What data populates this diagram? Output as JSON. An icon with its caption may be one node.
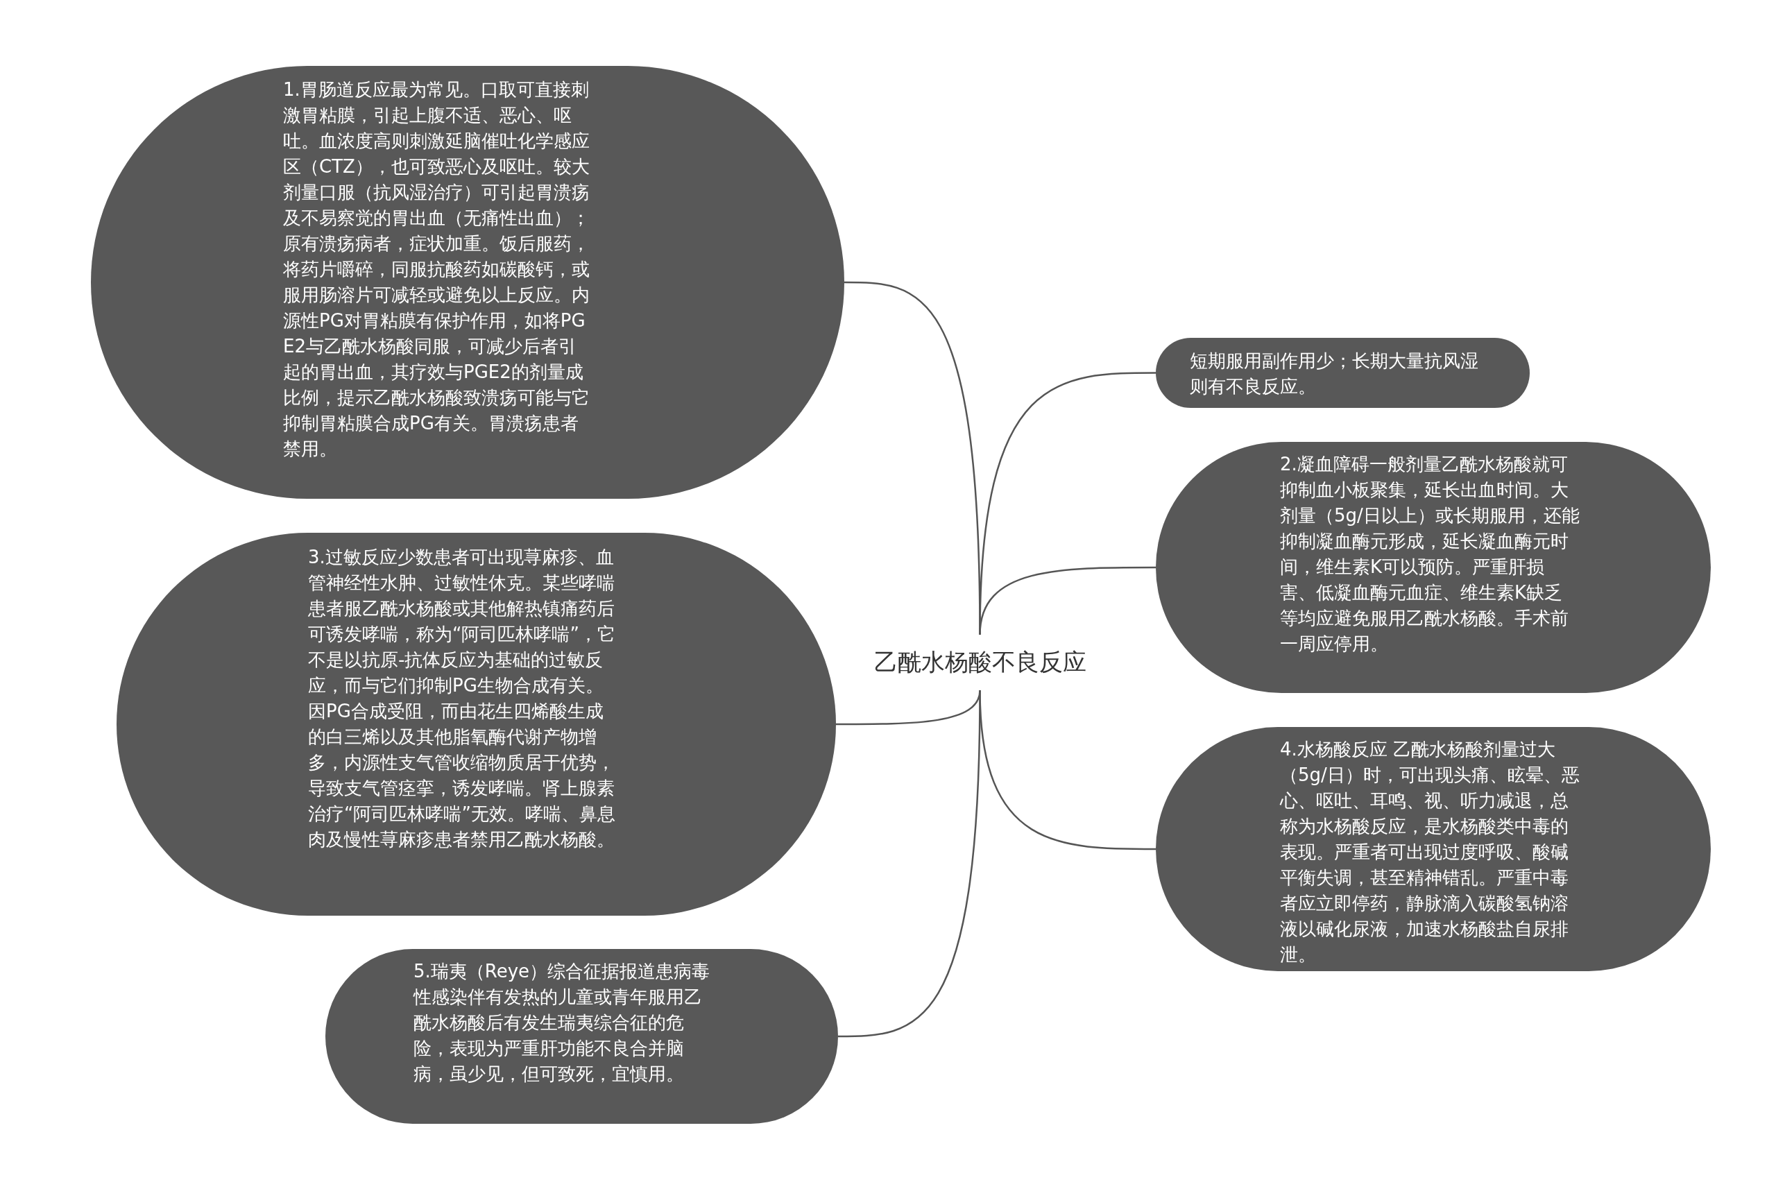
{
  "diagram": {
    "nodes": [
      {
        "text": [
          "乙酰水杨酸不良反应"
        ]
      },
      {
        "text": [
          "1.胃肠道反应最为常见。口取可直接刺激胃粘膜，引起上腹不适、恶心、呕吐。血浓度高则刺激延脑催吐化学感应区（CTZ），也可致恶心及呕吐。较大剂量口服（抗风湿治疗）可引起胃溃疡及不易察觉的胃出血（无痛性出血）；原有溃疡病者，症状加重。饭后服药，将药片嚼碎，同服抗酸药如碳酸钙，或服用肠溶片可减轻或避免以上反应。内源性PG对胃粘膜有保护作用，如将PGE2与乙酰水杨酸同服，可减少后者引起的胃出血，其疗效与PGE2的剂量成比例，提示乙酰水杨酸致溃疡可能与它抑制胃粘膜合成PG有关。胃溃疡患者禁用。"
        ]
      },
      {
        "text": [
          "短期服用副作用少；长期大量抗风湿则有不良反应。"
        ]
      },
      {
        "text": [
          "2.凝血障碍一般剂量乙酰水杨酸就可抑制血小板聚集，延长出血时间。大剂量（5g/日以上）或长期服用，还能抑制凝血酶元形成，延长凝血酶元时间，维生素K可以预防。严重肝损害、低凝血酶元血症、维生素K缺乏等均应避免服用乙酰水杨酸。手术前一周应停用。"
        ]
      },
      {
        "text": [
          "3.过敏反应少数患者可出现荨麻疹、血管神经性水肿、过敏性休克。某些哮喘患者服乙酰水杨酸或其他解热镇痛药后可诱发哮喘，称为“阿司匹林哮喘”，它不是以抗原-抗体反应为基础的过敏反应，而与它们抑制PG生物合成有关。因PG合成受阻，而由花生四烯酸生成的白三烯以及其他脂氧酶代谢产物增多，内源性支气管收缩物质居于优势，导致支气管痉挛，诱发哮喘。肾上腺素治疗“阿司匹林哮喘”无效。哮喘、鼻息肉及慢性荨麻疹患者禁用乙酰水杨酸。"
        ]
      },
      {
        "text": [
          "4.水杨酸反应 乙酰水杨酸剂量过大（5g/日）时，可出现头痛、眩晕、恶心、呕吐、耳鸣、视、听力减退，总称为水杨酸反应，是水杨酸类中毒的表现。严重者可出现过度呼吸、酸碱平衡失调，甚至精神错乱。严重中毒者应立即停药，静脉滴入碳酸氢钠溶液以碱化尿液，加速水杨酸盐自尿排泄。"
        ]
      },
      {
        "text": [
          "5.瑞夷（Reye）综合征据报道患病毒性感染伴有发热的儿童或青年服用乙酰水杨酸后有发生瑞夷综合征的危险，表现为严重肝功能不良合并脑病，虽少见，但可致死，宜慎用。"
        ]
      }
    ],
    "edges": [
      {
        "from": 0,
        "to": 1,
        "arrow": "none"
      },
      {
        "from": 0,
        "to": 2,
        "arrow": "none"
      },
      {
        "from": 0,
        "to": 3,
        "arrow": "none"
      },
      {
        "from": 0,
        "to": 4,
        "arrow": "none"
      },
      {
        "from": 0,
        "to": 5,
        "arrow": "none"
      },
      {
        "from": 0,
        "to": 6,
        "arrow": "none"
      }
    ]
  }
}
